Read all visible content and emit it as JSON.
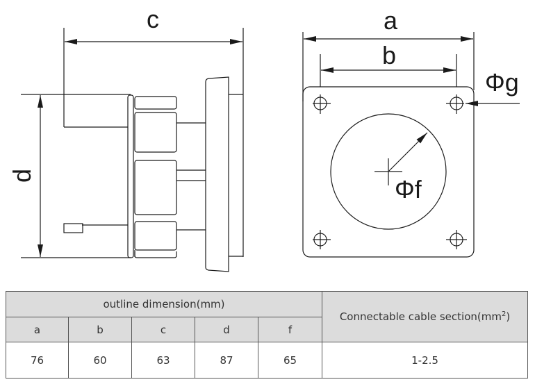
{
  "drawing": {
    "side_view": {
      "labels": {
        "c": "c",
        "d": "d"
      }
    },
    "front_view": {
      "labels": {
        "a": "a",
        "b": "b",
        "g": "Φg",
        "f": "Φf"
      }
    }
  },
  "table": {
    "group_header": "outline dimension(mm)",
    "cable_header": "Connectable cable section",
    "cable_unit_open": "(mm",
    "cable_unit_sup": "2",
    "cable_unit_close": ")",
    "columns": [
      "a",
      "b",
      "c",
      "d",
      "f"
    ],
    "values": [
      "76",
      "60",
      "63",
      "87",
      "65"
    ],
    "cable_value": "1-2.5"
  },
  "colors": {
    "line": "#1a1a1a",
    "header_bg": "#dcdcdc",
    "border": "#555555"
  }
}
